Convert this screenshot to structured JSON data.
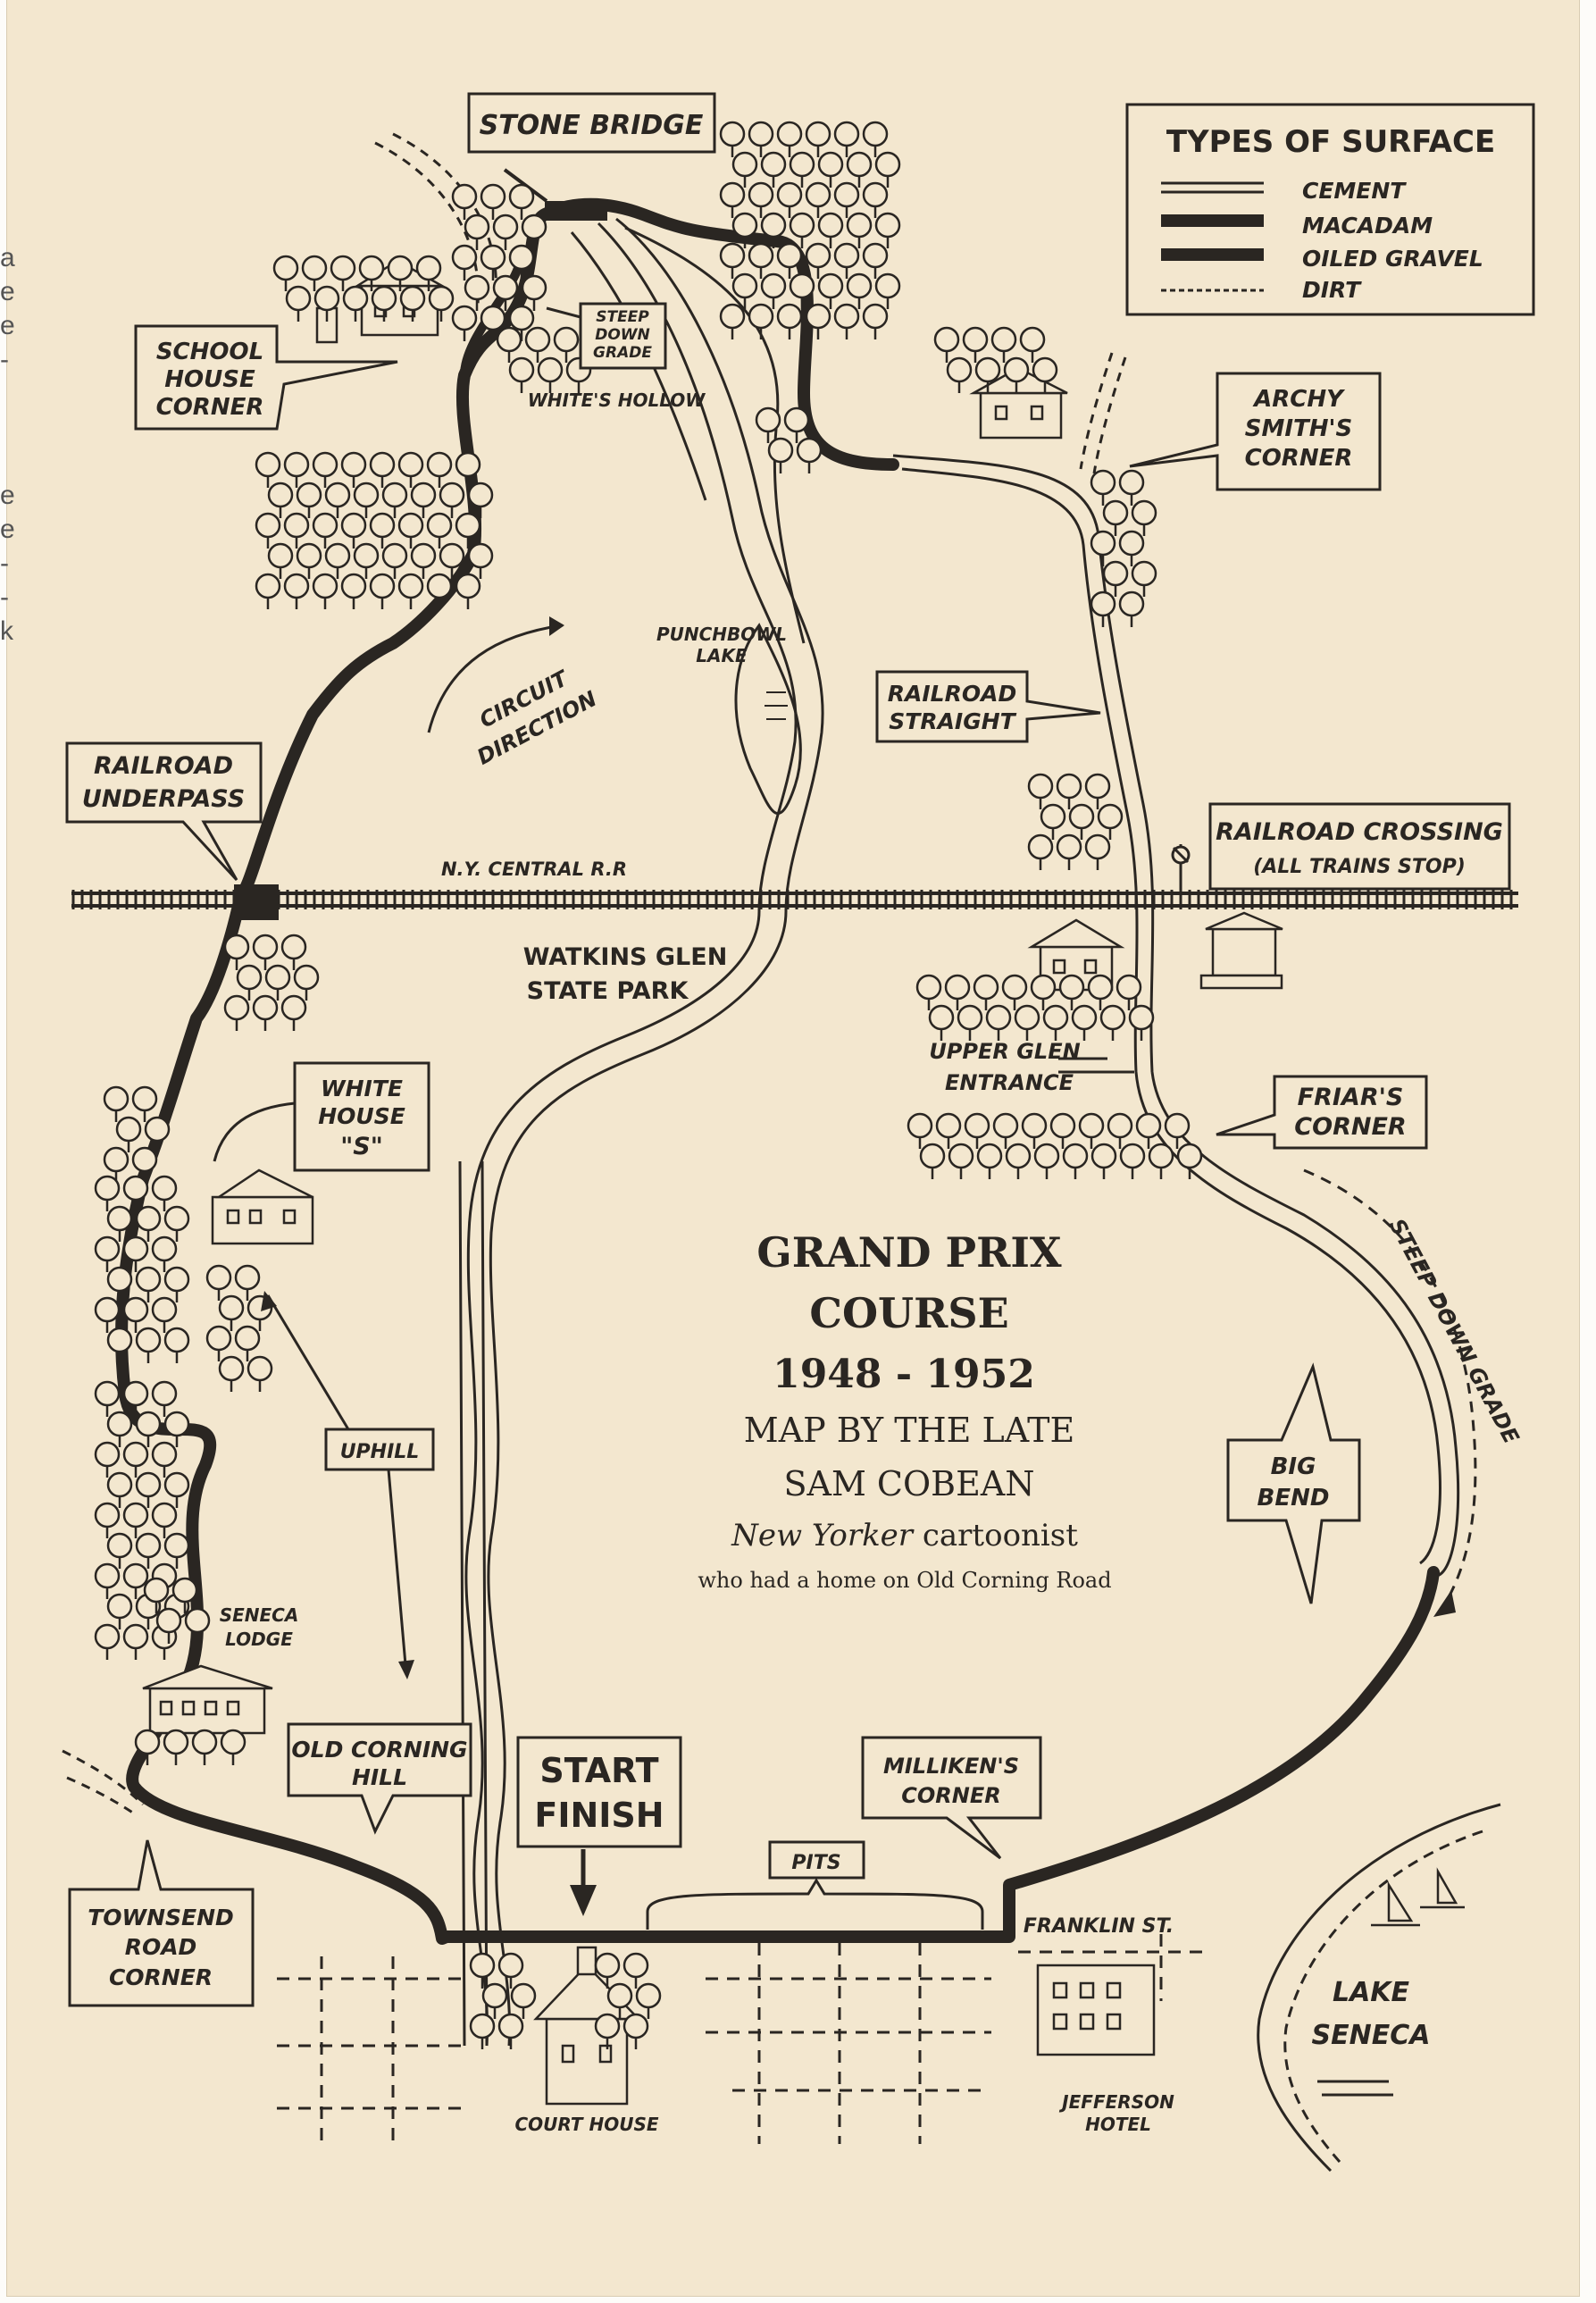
{
  "map": {
    "title_lines": [
      "GRAND PRIX",
      "COURSE",
      "1948 - 1952",
      "MAP BY THE LATE",
      "SAM   COBEAN"
    ],
    "credit_line": {
      "italic": "New Yorker",
      "rest": " cartoonist"
    },
    "sub_credit": "who had a home on Old Corning Road",
    "legend": {
      "title": "TYPES OF SURFACE",
      "items": [
        "CEMENT",
        "MACADAM",
        "OILED GRAVEL",
        "DIRT"
      ]
    },
    "labels": {
      "stone_bridge": "STONE BRIDGE",
      "school_house_corner": [
        "SCHOOL",
        "HOUSE",
        "CORNER"
      ],
      "steep_down_grade_top": [
        "STEEP",
        "DOWN",
        "GRADE"
      ],
      "whites_hollow": "WHITE'S HOLLOW",
      "archy_smiths_corner": [
        "ARCHY",
        "SMITH'S",
        "CORNER"
      ],
      "punchbowl_lake": [
        "PUNCHBOWL",
        "LAKE"
      ],
      "circuit_direction": [
        "CIRCUIT",
        "DIRECTION"
      ],
      "railroad_straight": [
        "RAILROAD",
        "STRAIGHT"
      ],
      "railroad_underpass": [
        "RAILROAD",
        "UNDERPASS"
      ],
      "railroad_crossing": [
        "RAILROAD CROSSING",
        "(ALL TRAINS STOP)"
      ],
      "ny_central_rr": "N.Y. CENTRAL R.R",
      "watkins_glen_state_park": [
        "WATKINS GLEN",
        "STATE PARK"
      ],
      "upper_glen_entrance": [
        "UPPER GLEN",
        "ENTRANCE"
      ],
      "white_house_s": [
        "WHITE",
        "HOUSE",
        "\"S\""
      ],
      "friars_corner": [
        "FRIAR'S",
        "CORNER"
      ],
      "steep_down_grade_side": "STEEP DOWN GRADE",
      "uphill": "UPHILL",
      "big_bend": [
        "BIG",
        "BEND"
      ],
      "seneca_lodge": [
        "SENECA",
        "LODGE"
      ],
      "old_corning_hill": [
        "OLD CORNING",
        "HILL"
      ],
      "start_finish": [
        "START",
        "FINISH"
      ],
      "millikens_corner": [
        "MILLIKEN'S",
        "CORNER"
      ],
      "pits": "PITS",
      "townsend_road_corner": [
        "TOWNSEND",
        "ROAD",
        "CORNER"
      ],
      "franklin_st": "FRANKLIN ST.",
      "lake_seneca": [
        "LAKE",
        "SENECA"
      ],
      "court_house": "COURT HOUSE",
      "jefferson_hotel": [
        "JEFFERSON",
        "HOTEL"
      ]
    },
    "edge_fragments": [
      "a",
      "e",
      "e",
      "-",
      "",
      "",
      "",
      "e",
      "e",
      "-",
      "-",
      "k"
    ]
  }
}
